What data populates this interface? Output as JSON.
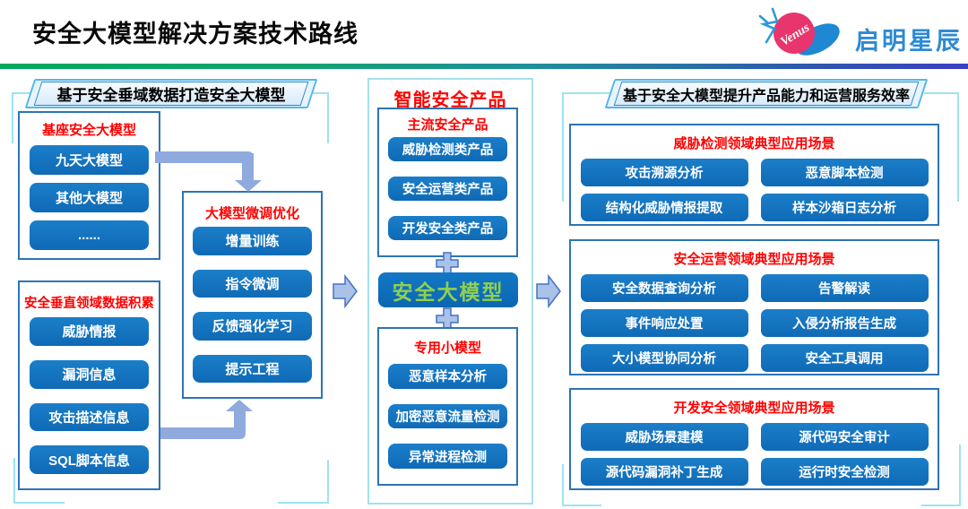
{
  "header": {
    "title": "安全大模型解决方案技术路线",
    "logo_script": "Venus",
    "logo_text": "启明星辰"
  },
  "left": {
    "banner": "基于安全垂域数据打造安全大模型",
    "base_box": {
      "title": "基座安全大模型",
      "items": [
        "九天大模型",
        "其他大模型",
        "......"
      ]
    },
    "tune_box": {
      "title": "大模型微调优化",
      "items": [
        "增量训练",
        "指令微调",
        "反馈强化学习",
        "提示工程"
      ]
    },
    "data_box": {
      "title": "安全垂直领域数据积累",
      "items": [
        "威胁情报",
        "漏洞信息",
        "攻击描述信息",
        "SQL脚本信息"
      ]
    }
  },
  "middle": {
    "title": "智能安全产品",
    "mainstream_box": {
      "title": "主流安全产品",
      "items": [
        "威胁检测类产品",
        "安全运营类产品",
        "开发安全类产品"
      ]
    },
    "core_label": "安全大模型",
    "small_box": {
      "title": "专用小模型",
      "items": [
        "恶意样本分析",
        "加密恶意流量检测",
        "异常进程检测"
      ]
    }
  },
  "right": {
    "banner": "基于安全大模型提升产品能力和运营服务效率",
    "threat_box": {
      "title": "威胁检测领域典型应用场景",
      "items": [
        "攻击溯源分析",
        "恶意脚本检测",
        "结构化威胁情报提取",
        "样本沙箱日志分析"
      ]
    },
    "ops_box": {
      "title": "安全运营领域典型应用场景",
      "items": [
        "安全数据查询分析",
        "告警解读",
        "事件响应处置",
        "入侵分析报告生成",
        "大小模型协同分析",
        "安全工具调用"
      ]
    },
    "dev_box": {
      "title": "开发安全领域典型应用场景",
      "items": [
        "威胁场景建模",
        "源代码安全审计",
        "源代码漏洞补丁生成",
        "运行时安全检测"
      ]
    }
  },
  "colors": {
    "button_blue": "#1171bd",
    "title_red": "#ff0000",
    "core_green": "#8ed050",
    "panel_border_blue": "#2d74b5",
    "cyan_accent": "#9ee3f0",
    "arrow_fill": "#8faadc",
    "block_arrow_fill": "#aac1e8",
    "block_arrow_border": "#4472c4",
    "logo_blue": "#2e8ad2",
    "logo_pink": "#e8356e"
  }
}
